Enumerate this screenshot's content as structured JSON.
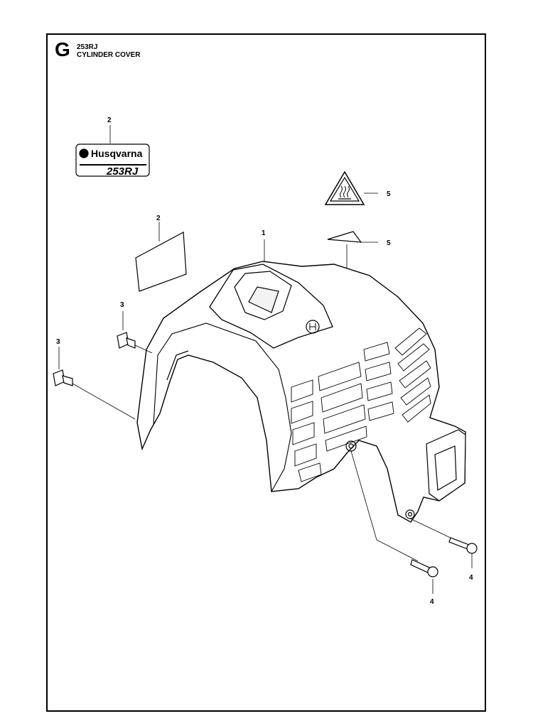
{
  "header": {
    "section_letter": "G",
    "model": "253RJ",
    "title": "CYLINDER COVER"
  },
  "decal": {
    "brand": "Husqvarna",
    "model_text": "253RJ"
  },
  "callouts": [
    {
      "id": "callout-1",
      "text": "1"
    },
    {
      "id": "callout-2-decal",
      "text": "2"
    },
    {
      "id": "callout-2-blank",
      "text": "2"
    },
    {
      "id": "callout-3-upper",
      "text": "3"
    },
    {
      "id": "callout-3-lower",
      "text": "3"
    },
    {
      "id": "callout-4-right",
      "text": "4"
    },
    {
      "id": "callout-4-lower",
      "text": "4"
    },
    {
      "id": "callout-5-warning",
      "text": "5"
    },
    {
      "id": "callout-5-triangle",
      "text": "5"
    }
  ]
}
